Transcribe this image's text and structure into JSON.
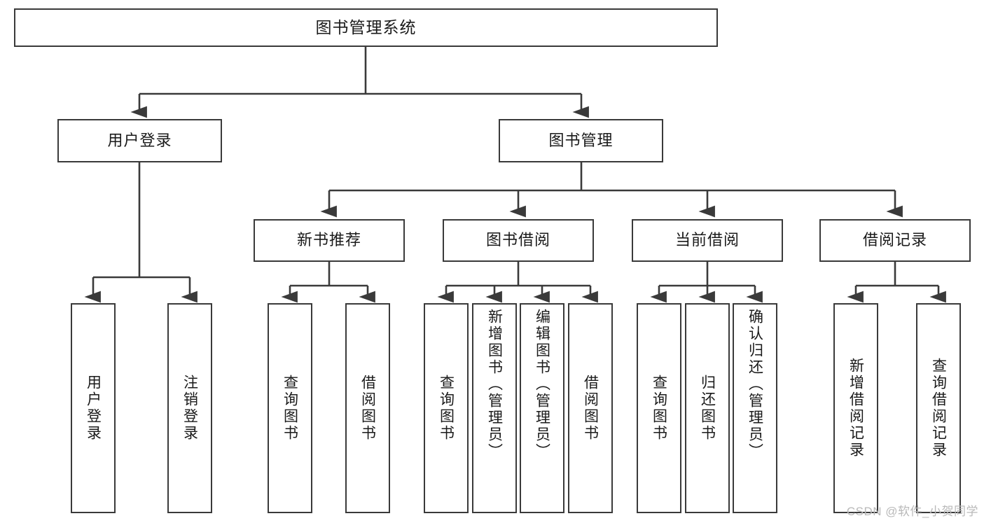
{
  "diagram": {
    "title": "图书管理系统",
    "type": "tree-hierarchy-chart",
    "root": {
      "id": "root",
      "label": "图书管理系统",
      "orientation": "horizontal"
    },
    "level2": [
      {
        "id": "user-login",
        "label": "用户登录",
        "orientation": "horizontal"
      },
      {
        "id": "book-manage",
        "label": "图书管理",
        "orientation": "horizontal"
      }
    ],
    "level3": [
      {
        "id": "new-book-recommend",
        "label": "新书推荐",
        "orientation": "horizontal"
      },
      {
        "id": "book-borrow",
        "label": "图书借阅",
        "orientation": "horizontal"
      },
      {
        "id": "current-borrow",
        "label": "当前借阅",
        "orientation": "horizontal"
      },
      {
        "id": "borrow-record",
        "label": "借阅记录",
        "orientation": "horizontal"
      }
    ],
    "leaves": {
      "user-login": [
        {
          "id": "leaf-user-login",
          "label": "用户登录"
        },
        {
          "id": "leaf-logout-login",
          "label": "注销登录"
        }
      ],
      "new-book-recommend": [
        {
          "id": "leaf-query-book-1",
          "label": "查询图书"
        },
        {
          "id": "leaf-borrow-book-1",
          "label": "借阅图书"
        }
      ],
      "book-borrow": [
        {
          "id": "leaf-query-book-2",
          "label": "查询图书"
        },
        {
          "id": "leaf-add-book-admin",
          "label": "新增图书（管理员）"
        },
        {
          "id": "leaf-edit-book-admin",
          "label": "编辑图书（管理员）"
        },
        {
          "id": "leaf-borrow-book-2",
          "label": "借阅图书"
        }
      ],
      "current-borrow": [
        {
          "id": "leaf-query-book-3",
          "label": "查询图书"
        },
        {
          "id": "leaf-return-book",
          "label": "归还图书"
        },
        {
          "id": "leaf-confirm-return-admin",
          "label": "确认归还（管理员）"
        }
      ],
      "borrow-record": [
        {
          "id": "leaf-add-borrow-record",
          "label": "新增借阅记录"
        },
        {
          "id": "leaf-query-borrow-record",
          "label": "查询借阅记录"
        }
      ]
    },
    "watermark": "CSDN @软件_小贺同学",
    "colors": {
      "border": "#3a3a3a",
      "text": "#1a1a1a",
      "background": "#ffffff",
      "watermark": "#b9b9b9"
    }
  }
}
